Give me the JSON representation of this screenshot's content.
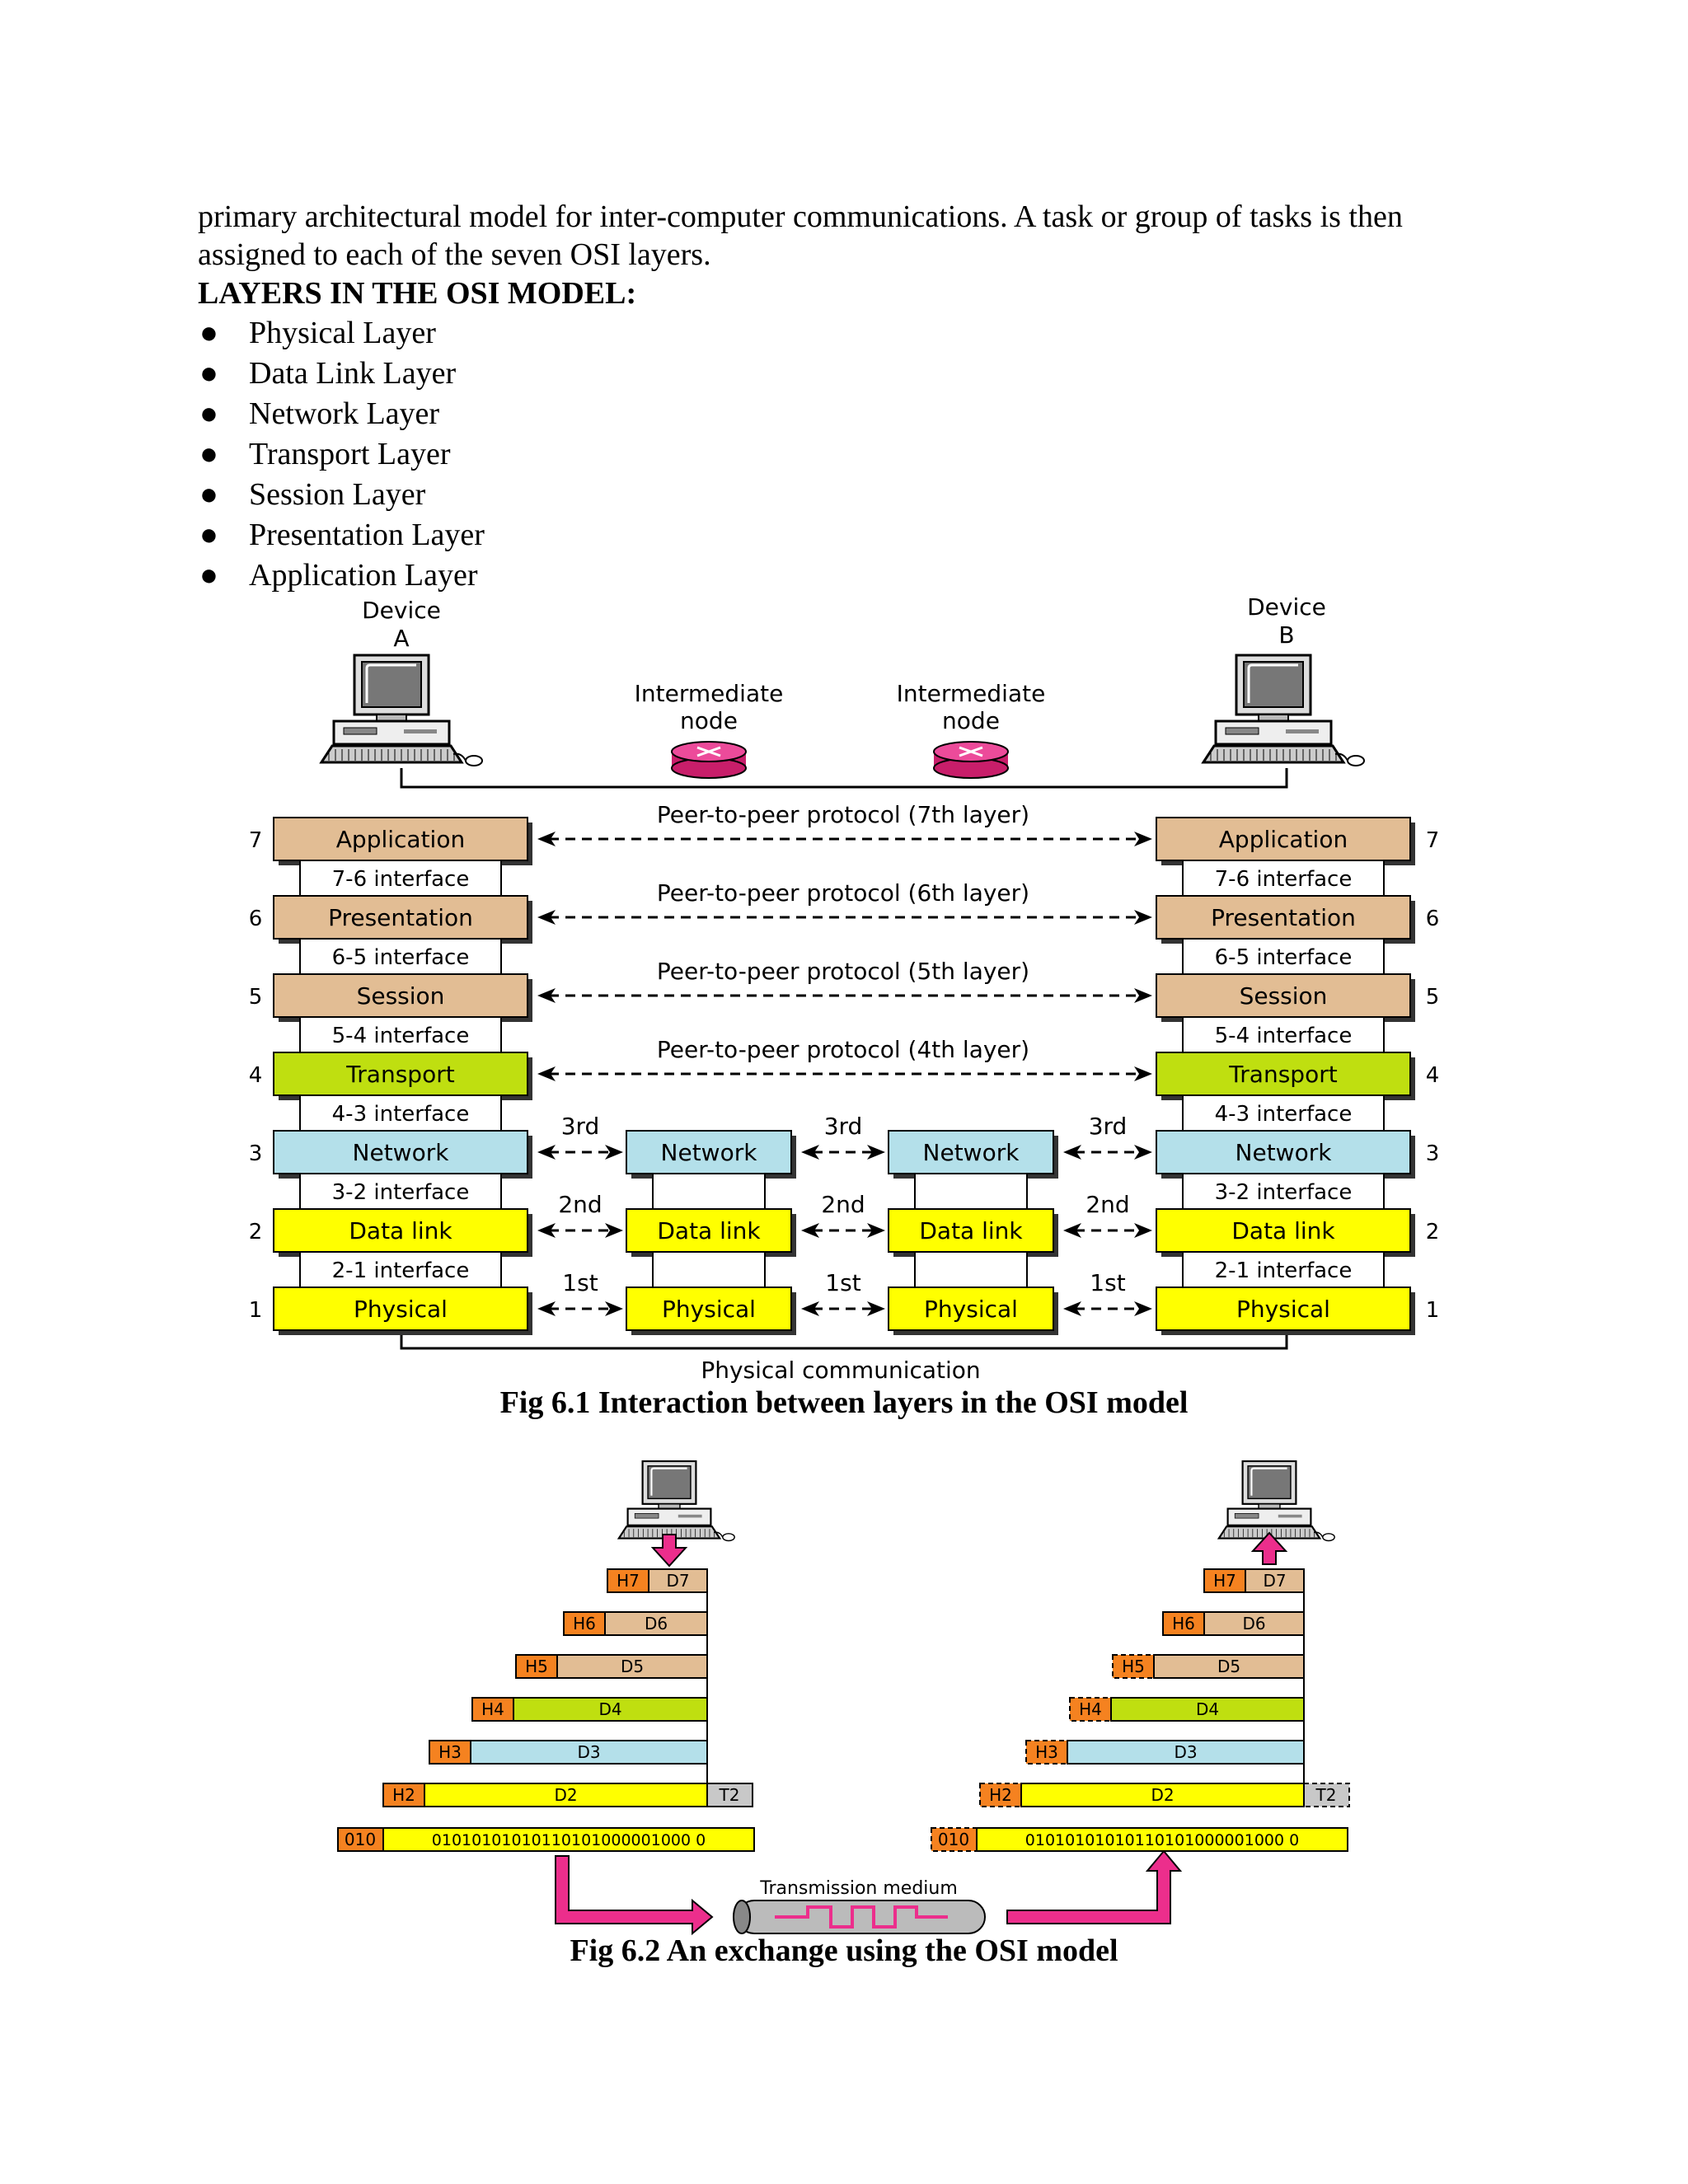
{
  "intro": "primary architectural model for inter-computer communications. A task or group of tasks is then assigned to each of the seven OSI layers.",
  "heading": "LAYERS IN THE OSI MODEL:",
  "bullets": [
    "Physical Layer",
    "Data Link Layer",
    "Network Layer",
    "Transport Layer",
    "Session Layer",
    "Presentation Layer",
    "Application Layer"
  ],
  "fig1": {
    "caption": "Fig 6.1 Interaction between layers in the OSI model",
    "device_a": [
      "Device",
      "A"
    ],
    "device_b": [
      "Device",
      "B"
    ],
    "intermediate": [
      "Intermediate",
      "node"
    ],
    "layers": [
      {
        "num": "7",
        "name": "Application",
        "color": "#e2bd94"
      },
      {
        "num": "6",
        "name": "Presentation",
        "color": "#e2bd94"
      },
      {
        "num": "5",
        "name": "Session",
        "color": "#e2bd94"
      },
      {
        "num": "4",
        "name": "Transport",
        "color": "#bfdf10"
      },
      {
        "num": "3",
        "name": "Network",
        "color": "#b4e0ea"
      },
      {
        "num": "2",
        "name": "Data link",
        "color": "#ffff00"
      },
      {
        "num": "1",
        "name": "Physical",
        "color": "#ffff00"
      }
    ],
    "interfaces": [
      "7-6 interface",
      "6-5 interface",
      "5-4 interface",
      "4-3 interface",
      "3-2 interface",
      "2-1 interface"
    ],
    "peer_protocols": [
      "Peer-to-peer protocol (7th layer)",
      "Peer-to-peer protocol (6th layer)",
      "Peer-to-peer protocol (5th layer)",
      "Peer-to-peer protocol (4th layer)"
    ],
    "hop_labels": [
      "3rd",
      "2nd",
      "1st"
    ],
    "physical_communication": "Physical communication"
  },
  "fig2": {
    "caption": "Fig 6.2 An exchange using the OSI model",
    "rows": [
      {
        "h": "H7",
        "d": "D7",
        "color": "#e2bd94"
      },
      {
        "h": "H6",
        "d": "D6",
        "color": "#e2bd94"
      },
      {
        "h": "H5",
        "d": "D5",
        "color": "#e2bd94"
      },
      {
        "h": "H4",
        "d": "D4",
        "color": "#bfdf10"
      },
      {
        "h": "H3",
        "d": "D3",
        "color": "#b4e0ea"
      },
      {
        "h": "H2",
        "d": "D2",
        "color": "#ffff00"
      }
    ],
    "trailer": "T2",
    "bits_head": "010",
    "bits": "01010101010110101000001000 0",
    "transmission_medium": "Transmission medium",
    "colors": {
      "header": "#f58220",
      "trailer": "#c8c8c8",
      "arrow": "#ec2e8c"
    }
  }
}
